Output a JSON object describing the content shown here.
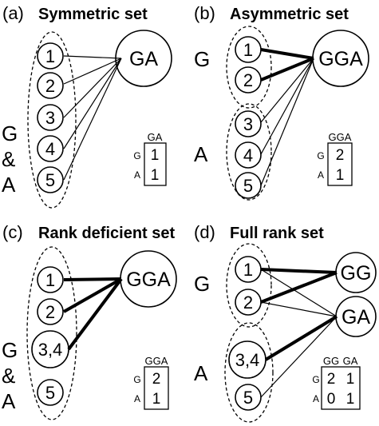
{
  "panels": [
    {
      "id": "a",
      "tag": "(a)",
      "title": "Symmetric set",
      "groups": [
        "G",
        "&",
        "A"
      ],
      "nodes": [
        "1",
        "2",
        "3",
        "4",
        "5"
      ],
      "hubs": [
        "GA"
      ],
      "matrix": {
        "cols": [
          "GA"
        ],
        "rows": [
          "G",
          "A"
        ],
        "values": [
          [
            "1"
          ],
          [
            "1"
          ]
        ]
      }
    },
    {
      "id": "b",
      "tag": "(b)",
      "title": "Asymmetric set",
      "groups": [
        "G",
        "A"
      ],
      "nodes": [
        "1",
        "2",
        "3",
        "4",
        "5"
      ],
      "hubs": [
        "GGA"
      ],
      "matrix": {
        "cols": [
          "GGA"
        ],
        "rows": [
          "G",
          "A"
        ],
        "values": [
          [
            "2"
          ],
          [
            "1"
          ]
        ]
      }
    },
    {
      "id": "c",
      "tag": "(c)",
      "title": "Rank deficient set",
      "groups": [
        "G",
        "&",
        "A"
      ],
      "nodes": [
        "1",
        "2",
        "3,4",
        "5"
      ],
      "hubs": [
        "GGA"
      ],
      "matrix": {
        "cols": [
          "GGA"
        ],
        "rows": [
          "G",
          "A"
        ],
        "values": [
          [
            "2"
          ],
          [
            "1"
          ]
        ]
      }
    },
    {
      "id": "d",
      "tag": "(d)",
      "title": "Full rank set",
      "groups": [
        "G",
        "A"
      ],
      "nodes": [
        "1",
        "2",
        "3,4",
        "5"
      ],
      "hubs": [
        "GG",
        "GA"
      ],
      "matrix": {
        "cols": [
          "GG",
          "GA"
        ],
        "rows": [
          "G",
          "A"
        ],
        "values": [
          [
            "2",
            "1"
          ],
          [
            "0",
            "1"
          ]
        ]
      }
    }
  ]
}
